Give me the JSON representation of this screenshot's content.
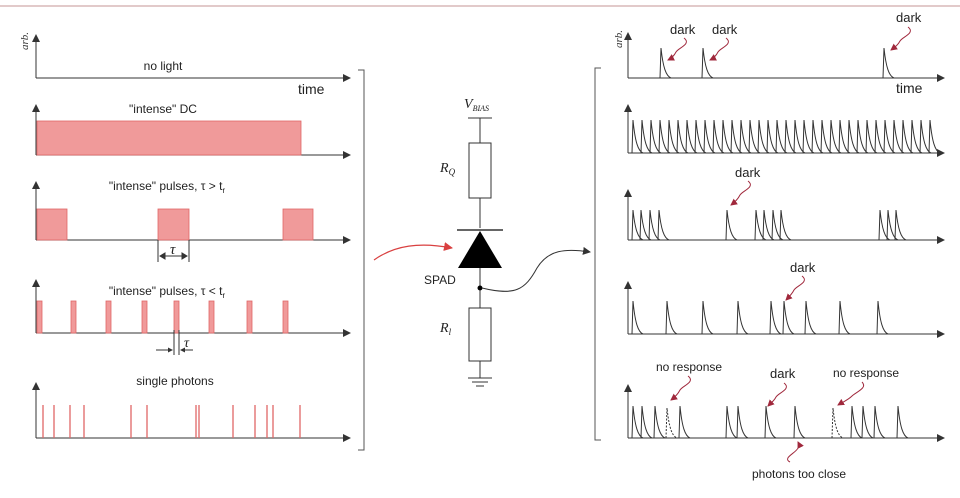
{
  "colors": {
    "pulse_fill": "#f09a9a",
    "pulse_stroke": "#e06666",
    "arrow_red": "#d94040",
    "annot_red": "#a0283c",
    "line": "#333333",
    "top_rule": "#d9b8b8"
  },
  "left": {
    "axis_label_y": "arb.",
    "axis_label_x": "time",
    "panels": [
      {
        "title": "no light"
      },
      {
        "title": "\"intense\" DC"
      },
      {
        "title": "\"intense\" pulses, τ > t",
        "sub": "r"
      },
      {
        "title": "\"intense\" pulses, τ < t",
        "sub": "r"
      },
      {
        "title": "single photons"
      }
    ],
    "tau_label": "τ"
  },
  "circuit": {
    "vbias": "V",
    "vbias_sub": "BIAS",
    "rq": "R",
    "rq_sub": "Q",
    "rl": "R",
    "rl_sub": "l",
    "spad_label": "SPAD"
  },
  "right": {
    "axis_label_y": "arb.",
    "axis_label_x": "time",
    "dark_label": "dark",
    "no_response_label": "no response",
    "photons_too_close_label": "photons too close"
  }
}
